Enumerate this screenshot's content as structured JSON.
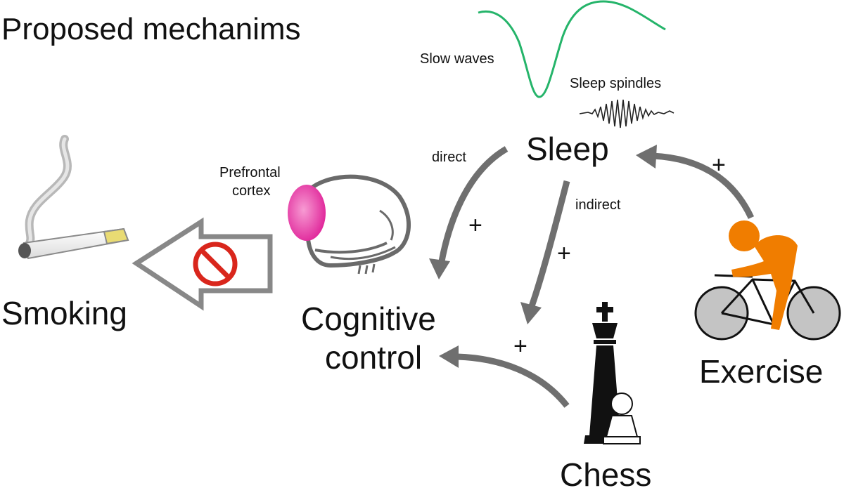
{
  "title": "Proposed mechanims",
  "labels": {
    "slow_waves": "Slow waves",
    "sleep_spindles": "Sleep spindles",
    "sleep": "Sleep",
    "smoking": "Smoking",
    "prefrontal_line1": "Prefrontal",
    "prefrontal_line2": "cortex",
    "cognitive_line1": "Cognitive",
    "cognitive_line2": "control",
    "exercise": "Exercise",
    "chess": "Chess",
    "direct": "direct",
    "indirect": "indirect"
  },
  "signs": {
    "exercise_to_sleep": "+",
    "direct": "+",
    "indirect": "+",
    "chess": "+"
  },
  "colors": {
    "arrow": "#6f6f6f",
    "brain_outline": "#6a6a6a",
    "prefrontal": "#e0269a",
    "slow_wave": "#25b46a",
    "no_sign": "#d9261c",
    "cyclist": "#f07d00",
    "wheel": "#c4c4c4",
    "chess_king": "#111111"
  },
  "icons": {
    "cigarette": "cigarette-icon",
    "brain": "brain-icon",
    "prohibition": "prohibition-icon",
    "cyclist": "cyclist-icon",
    "chess": "chess-pieces-icon"
  }
}
